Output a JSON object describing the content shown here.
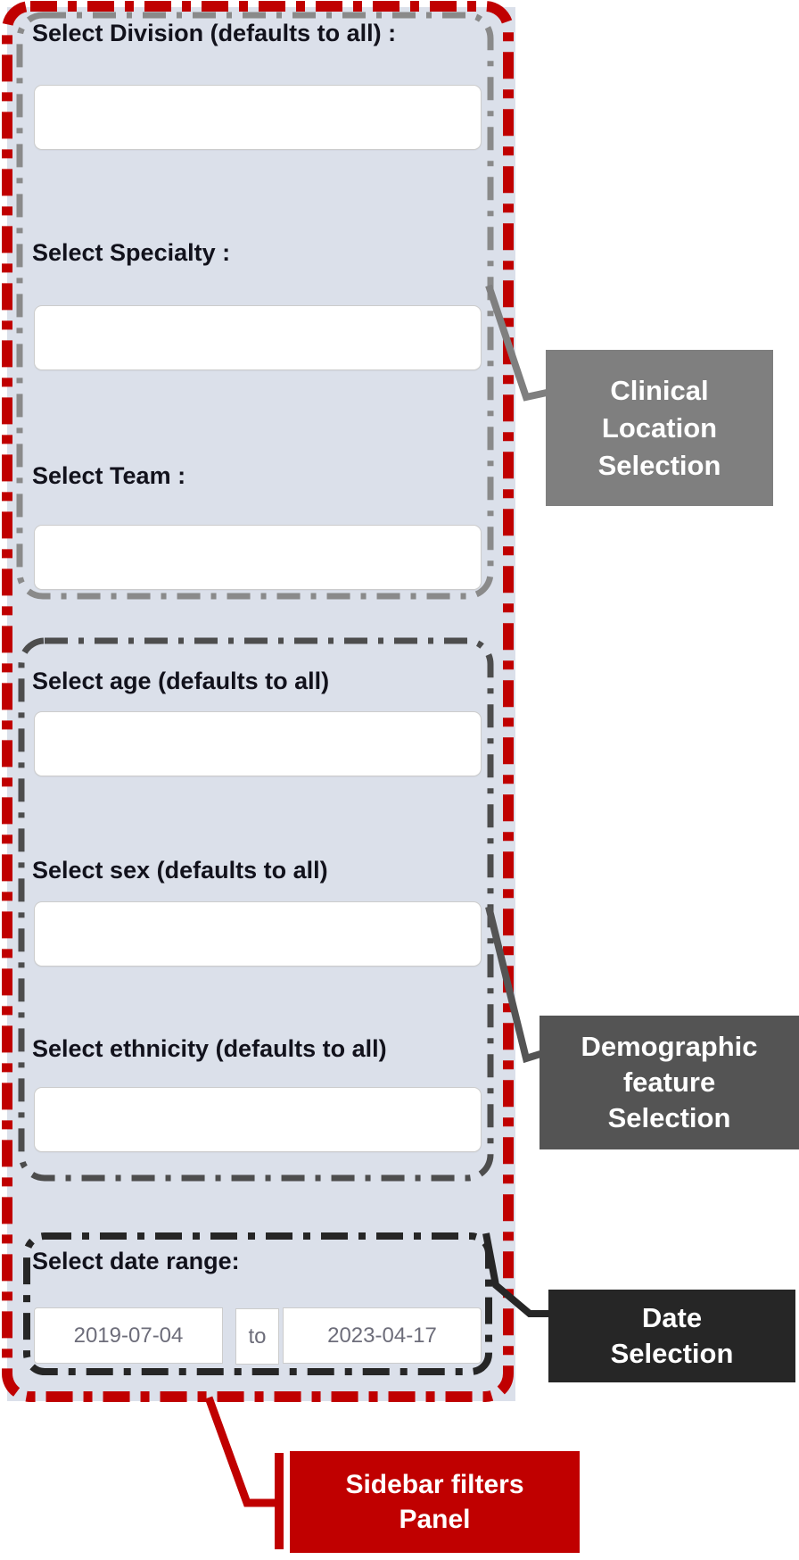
{
  "sidebar": {
    "clinical_group": {
      "division_label": "Select Division (defaults to all) :",
      "division_value": "",
      "specialty_label": "Select Specialty :",
      "specialty_value": "",
      "team_label": "Select Team :",
      "team_value": ""
    },
    "demographic_group": {
      "age_label": "Select age (defaults to all)",
      "age_value": "",
      "sex_label": "Select sex (defaults to all)",
      "sex_value": "",
      "ethnicity_label": "Select ethnicity (defaults to all)",
      "ethnicity_value": ""
    },
    "date_group": {
      "label": "Select date range:",
      "start_date": "2019-07-04",
      "separator": "to",
      "end_date": "2023-04-17"
    }
  },
  "callouts": {
    "clinical": {
      "line1": "Clinical",
      "line2": "Location",
      "line3": "Selection"
    },
    "demographic": {
      "line1": "Demographic",
      "line2": "feature",
      "line3": "Selection"
    },
    "date": {
      "line1": "Date",
      "line2": "Selection"
    },
    "sidebar_panel": {
      "line1": "Sidebar filters",
      "line2": "Panel"
    }
  },
  "colors": {
    "panel_bg": "#dbe0ea",
    "outer_border": "#c00000",
    "clinical_border": "#8a8a8a",
    "clinical_callout_bg": "#7f7f7f",
    "demographic_border": "#4d4d4d",
    "demographic_callout_bg": "#545454",
    "date_border": "#262626",
    "date_callout_bg": "#262626",
    "sidebar_callout_bg": "#c00000",
    "label_text": "#12121c",
    "date_text": "#6d6d7a",
    "callout_text": "#ffffff",
    "input_border": "#cccccc"
  }
}
